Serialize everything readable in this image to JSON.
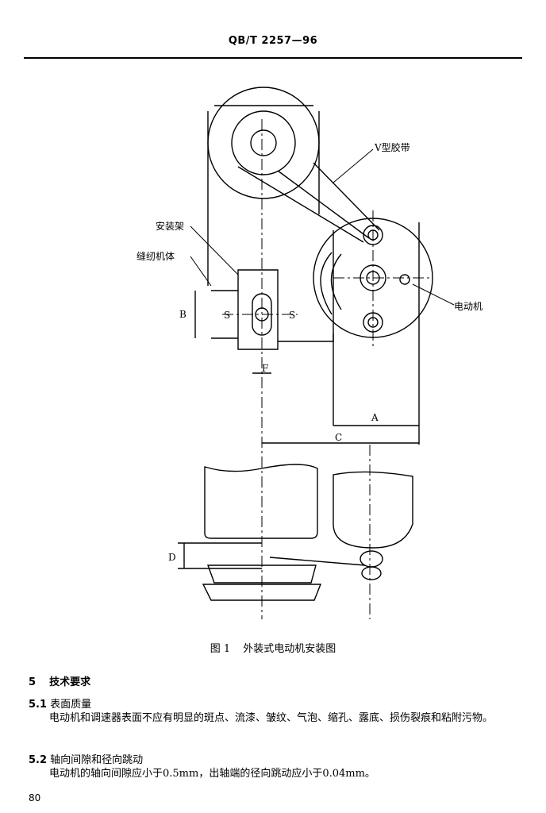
{
  "header": {
    "code": "QB/T 2257—96"
  },
  "figure": {
    "labels": {
      "vbelt": "V型胶带",
      "mount": "安装架",
      "machine_body": "缝纫机体",
      "motor": "电动机",
      "dim_A": "A",
      "dim_B": "B",
      "dim_C": "C",
      "dim_D": "D",
      "dim_F": "F",
      "S_left": "S",
      "S_right": "S"
    },
    "caption_num": "图 1",
    "caption_text": "外装式电动机安装图"
  },
  "section5": {
    "num": "5",
    "title": "技术要求"
  },
  "s51": {
    "num": "5.1",
    "title": "表面质量",
    "body": "电动机和调速器表面不应有明显的斑点、流漆、皱纹、气泡、缩孔、露底、损伤裂痕和粘附污物。"
  },
  "s52": {
    "num": "5.2",
    "title": "轴向间隙和径向跳动",
    "body": "电动机的轴向间隙应小于0.5mm，出轴端的径向跳动应小于0.04mm。"
  },
  "page_number": "80"
}
